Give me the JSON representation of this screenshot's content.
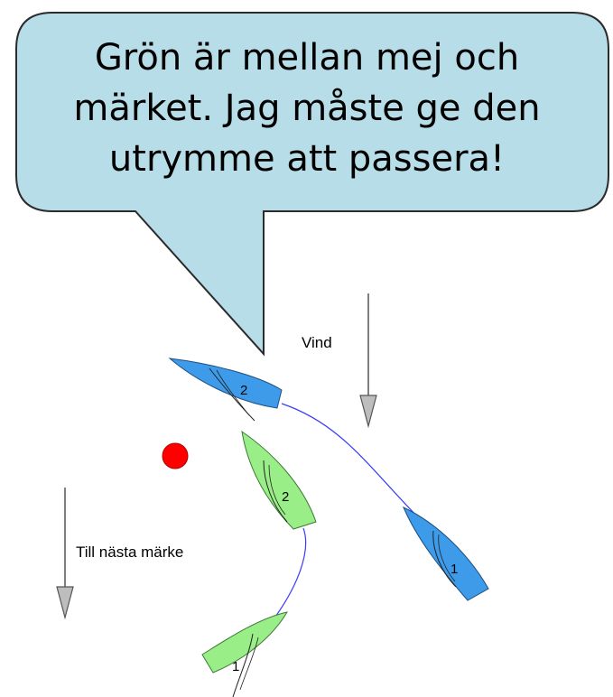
{
  "speech_bubble": {
    "lines": [
      "Grön är mellan mej och",
      "märket. Jag måste ge den",
      "utrymme att passera!"
    ],
    "fill_color": "#b7dde8"
  },
  "labels": {
    "wind": "Vind",
    "next_mark": "Till nästa märke"
  },
  "boats": {
    "blue": {
      "color": "#3d9be9",
      "positions": [
        "1",
        "2"
      ]
    },
    "green": {
      "color": "#99ee88",
      "positions": [
        "1",
        "2"
      ]
    }
  },
  "mark": {
    "color": "#ff0000"
  },
  "track_color": "#3b3bff"
}
